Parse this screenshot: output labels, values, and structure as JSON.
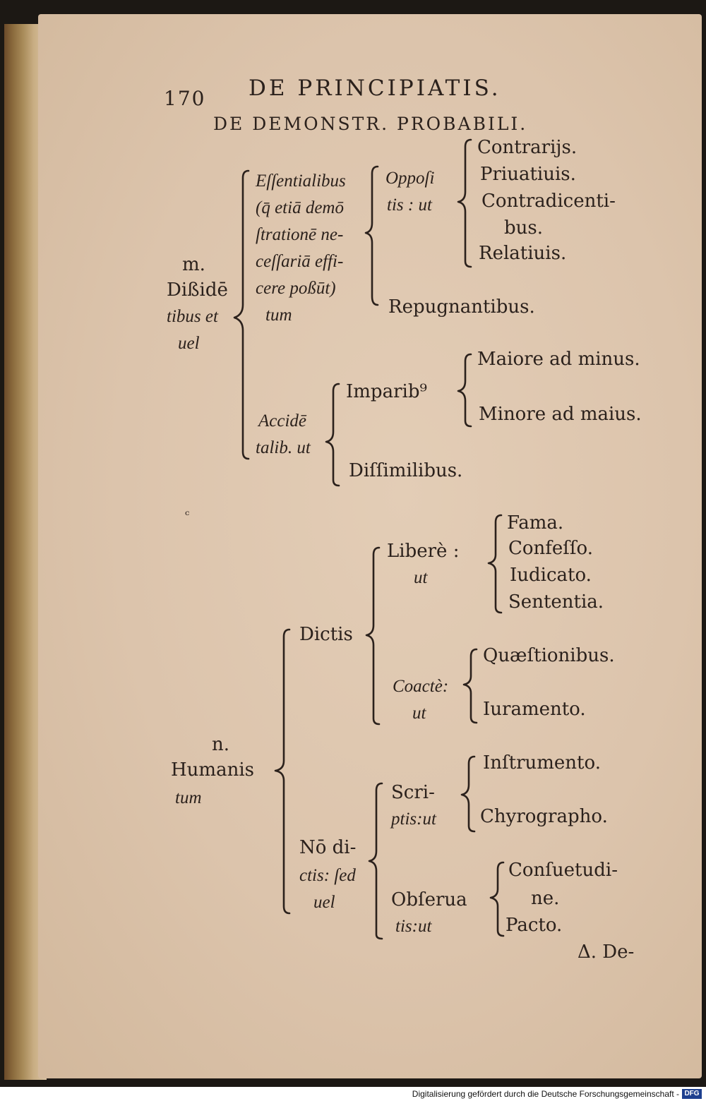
{
  "header": {
    "page_number": "170",
    "running_title": "DE PRINCIPIATIS.",
    "subtitle": "DE DEMONSTR. PROBABILI."
  },
  "section_m": {
    "lead": [
      "m.",
      "Dißidē",
      "tibus et",
      "uel"
    ],
    "essential": {
      "label": [
        "Eſſentialibus",
        "(q̄ etiā demō",
        "ſtrationē ne-",
        "ceſſariā effi-",
        "cere poßūt)",
        "tum"
      ],
      "opposed": {
        "label": [
          "Oppoſi",
          "tis : ut"
        ],
        "items": [
          "Contrarijs.",
          "Priuatiuis.",
          "Contradicenti-",
          "bus.",
          "Relatiuis."
        ]
      },
      "repugnant": "Repugnantibus."
    },
    "accidental": {
      "label": [
        "Accidē",
        "talib. ut"
      ],
      "unequal": {
        "label": "Imparib⁹",
        "items": [
          "Maiore ad minus.",
          "Minore ad maius."
        ]
      },
      "dissimilar": "Diſſimilibus."
    }
  },
  "stray_mark": "ᶜ",
  "section_n": {
    "lead": [
      "n.",
      "Humanis",
      "tum"
    ],
    "said": {
      "label": "Dictis",
      "freely": {
        "label": [
          "Liberè :",
          "ut"
        ],
        "items": [
          "Fama.",
          "Confeſſo.",
          "Iudicato.",
          "Sententia."
        ]
      },
      "forced": {
        "label": [
          "Coactè:",
          "ut"
        ],
        "items": [
          "Quæſtionibus.",
          "Iuramento."
        ]
      }
    },
    "not_said": {
      "label": [
        "Nō di-",
        "ctis: ſed",
        "uel"
      ],
      "written": {
        "label": [
          "Scri-",
          "ptis:ut"
        ],
        "items": [
          "Inſtrumento.",
          "Chyrographo."
        ]
      },
      "observed": {
        "label": [
          "Obſerua",
          "tis:ut"
        ],
        "items": [
          "Conſuetudi-",
          "ne.",
          "Pacto."
        ]
      }
    }
  },
  "catchword": "Δ. De-",
  "footer": {
    "text": "Digitalisierung gefördert durch die Deutsche Forschungsgemeinschaft -",
    "logo": "DFG"
  }
}
